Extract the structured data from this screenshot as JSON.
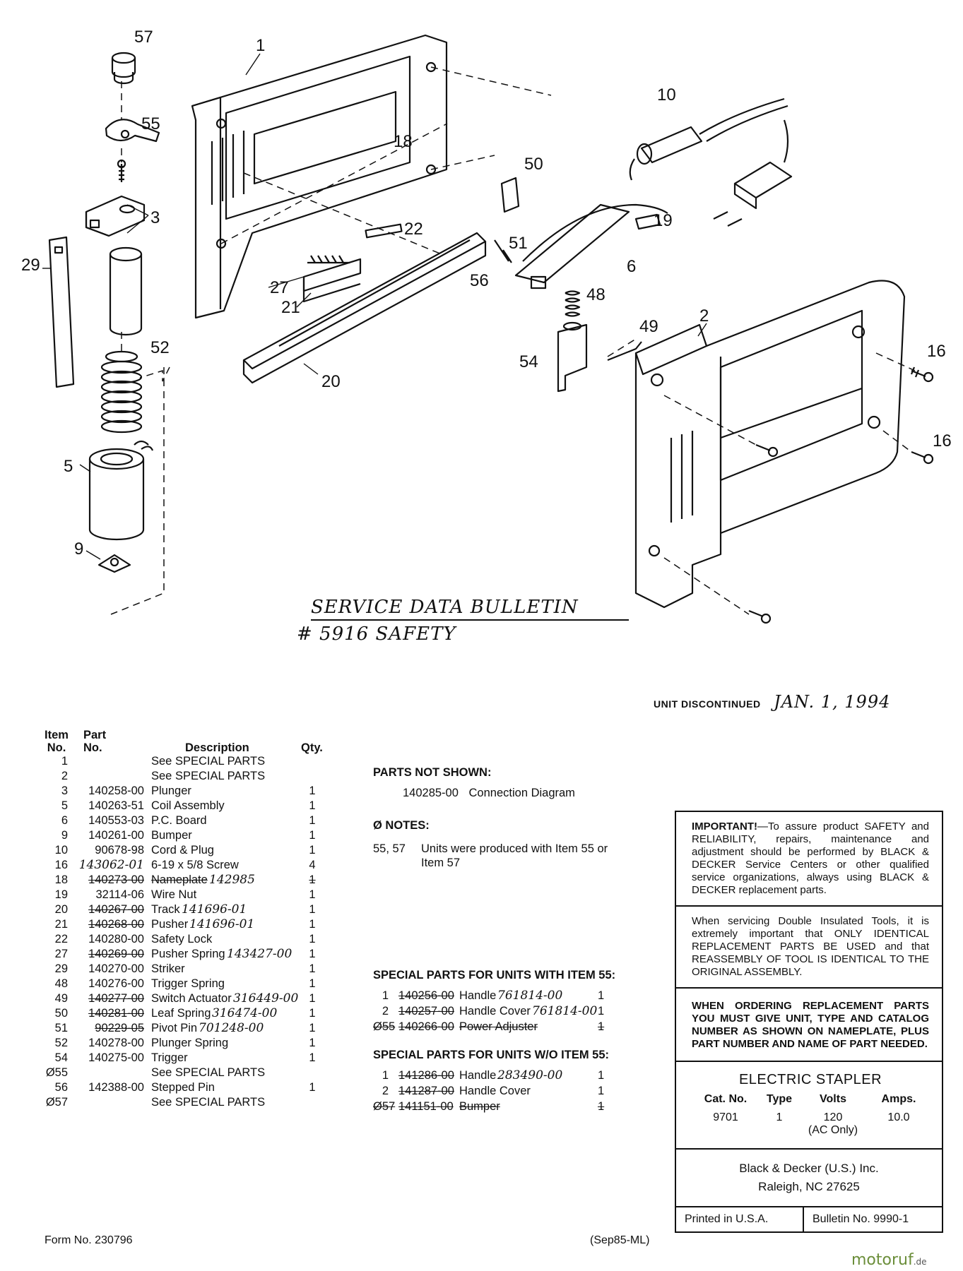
{
  "callouts": [
    "57",
    "1",
    "55",
    "3",
    "18",
    "10",
    "50",
    "22",
    "19",
    "29",
    "51",
    "6",
    "27",
    "56",
    "21",
    "48",
    "52",
    "49",
    "2",
    "16",
    "54",
    "20",
    "16",
    "5",
    "9"
  ],
  "bulletin": {
    "line1": "SERVICE DATA BULLETIN",
    "line2": "# 5916   SAFETY"
  },
  "discontinued": {
    "label": "UNIT DISCONTINUED",
    "date": "JAN. 1, 1994"
  },
  "parts_table": {
    "headers": {
      "item": "Item No.",
      "part": "Part No.",
      "desc": "Description",
      "qty": "Qty."
    },
    "rows": [
      {
        "item": "1",
        "part": "",
        "desc": "See SPECIAL PARTS",
        "qty": ""
      },
      {
        "item": "2",
        "part": "",
        "desc": "See SPECIAL PARTS",
        "qty": ""
      },
      {
        "item": "3",
        "part": "140258-00",
        "desc": "Plunger",
        "qty": "1"
      },
      {
        "item": "5",
        "part": "140263-51",
        "desc": "Coil Assembly",
        "qty": "1"
      },
      {
        "item": "6",
        "part": "140553-03",
        "desc": "P.C. Board",
        "qty": "1"
      },
      {
        "item": "9",
        "part": "140261-00",
        "desc": "Bumper",
        "qty": "1"
      },
      {
        "item": "10",
        "part": "90678-98",
        "desc": "Cord & Plug",
        "qty": "1"
      },
      {
        "item": "16",
        "part": "143062-01",
        "desc": "6-19 x 5/8 Screw",
        "qty": "4",
        "hand_part": true
      },
      {
        "item": "18",
        "part": "140273-00",
        "desc": "Nameplate",
        "qty": "1",
        "strike": true,
        "note": "142985"
      },
      {
        "item": "19",
        "part": "32114-06",
        "desc": "Wire Nut",
        "qty": "1"
      },
      {
        "item": "20",
        "part": "140267-00",
        "desc": "Track",
        "qty": "1",
        "strike_part": true,
        "note": "141696-01"
      },
      {
        "item": "21",
        "part": "140268-00",
        "desc": "Pusher",
        "qty": "1",
        "strike_part": true,
        "note": "141696-01"
      },
      {
        "item": "22",
        "part": "140280-00",
        "desc": "Safety Lock",
        "qty": "1"
      },
      {
        "item": "27",
        "part": "140269-00",
        "desc": "Pusher Spring",
        "qty": "1",
        "strike_part": true,
        "note": "143427-00"
      },
      {
        "item": "29",
        "part": "140270-00",
        "desc": "Striker",
        "qty": "1"
      },
      {
        "item": "48",
        "part": "140276-00",
        "desc": "Trigger Spring",
        "qty": "1"
      },
      {
        "item": "49",
        "part": "140277-00",
        "desc": "Switch Actuator",
        "qty": "1",
        "strike_part": true,
        "note": "316449-00"
      },
      {
        "item": "50",
        "part": "140281-00",
        "desc": "Leaf Spring",
        "qty": "1",
        "strike_part": true,
        "note": "316474-00"
      },
      {
        "item": "51",
        "part": "90229-05",
        "desc": "Pivot Pin",
        "qty": "1",
        "strike_part": true,
        "note": "701248-00"
      },
      {
        "item": "52",
        "part": "140278-00",
        "desc": "Plunger Spring",
        "qty": "1"
      },
      {
        "item": "54",
        "part": "140275-00",
        "desc": "Trigger",
        "qty": "1"
      },
      {
        "item": "Ø55",
        "part": "",
        "desc": "See SPECIAL PARTS",
        "qty": ""
      },
      {
        "item": "56",
        "part": "142388-00",
        "desc": "Stepped Pin",
        "qty": "1"
      },
      {
        "item": "Ø57",
        "part": "",
        "desc": "See SPECIAL PARTS",
        "qty": ""
      }
    ]
  },
  "parts_not_shown": {
    "title": "PARTS NOT SHOWN:",
    "part": "140285-00",
    "desc": "Connection Diagram"
  },
  "notes": {
    "title": "Ø NOTES:",
    "items": "55, 57",
    "text1": "Units were produced with Item 55 or",
    "text2": "Item 57"
  },
  "special_with": {
    "title": "SPECIAL PARTS FOR UNITS WITH ITEM 55:",
    "rows": [
      {
        "item": "1",
        "part": "140256-00",
        "desc": "Handle",
        "qty": "1",
        "note": "761814-00"
      },
      {
        "item": "2",
        "part": "140257-00",
        "desc": "Handle Cover",
        "qty": "1",
        "note": "761814-00"
      },
      {
        "item": "Ø55",
        "part": "140266-00",
        "desc": "Power Adjuster",
        "qty": "1",
        "strike": true
      }
    ]
  },
  "special_without": {
    "title": "SPECIAL PARTS FOR UNITS W/O ITEM 55:",
    "rows": [
      {
        "item": "1",
        "part": "141286-00",
        "desc": "Handle",
        "qty": "1",
        "note": "283490-00"
      },
      {
        "item": "2",
        "part": "141287-00",
        "desc": "Handle Cover",
        "qty": "1"
      },
      {
        "item": "Ø57",
        "part": "141151-00",
        "desc": "Bumper",
        "qty": "1",
        "strike": true
      }
    ]
  },
  "important": {
    "lead": "IMPORTANT!",
    "text": "—To assure product SAFETY and RELIABILITY, repairs, maintenance and adjustment should be performed by BLACK & DECKER Service Centers or other qualified service organizations, always using BLACK & DECKER replacement parts."
  },
  "double_insulated": "When servicing Double Insulated Tools, it is extremely important that ONLY IDENTICAL REPLACEMENT PARTS BE USED and that REASSEMBLY OF TOOL IS IDENTICAL TO THE ORIGINAL ASSEMBLY.",
  "ordering": "WHEN ORDERING REPLACEMENT PARTS YOU MUST GIVE UNIT, TYPE AND CATALOG NUMBER AS SHOWN ON NAMEPLATE, PLUS PART NUMBER AND NAME OF PART NEEDED.",
  "product": {
    "title": "ELECTRIC STAPLER",
    "headers": [
      "Cat. No.",
      "Type",
      "Volts",
      "Amps."
    ],
    "values": [
      "9701",
      "1",
      "120",
      "10.0"
    ],
    "volts_note": "(AC Only)"
  },
  "company": {
    "name": "Black & Decker (U.S.) Inc.",
    "city": "Raleigh, NC 27625"
  },
  "footer": {
    "printed": "Printed in U.S.A.",
    "bulletin": "Bulletin No. 9990-1",
    "form": "Form No. 230796",
    "date_code": "(Sep85-ML)"
  },
  "watermark": {
    "brand": "motoruf",
    "tld": ".de"
  }
}
